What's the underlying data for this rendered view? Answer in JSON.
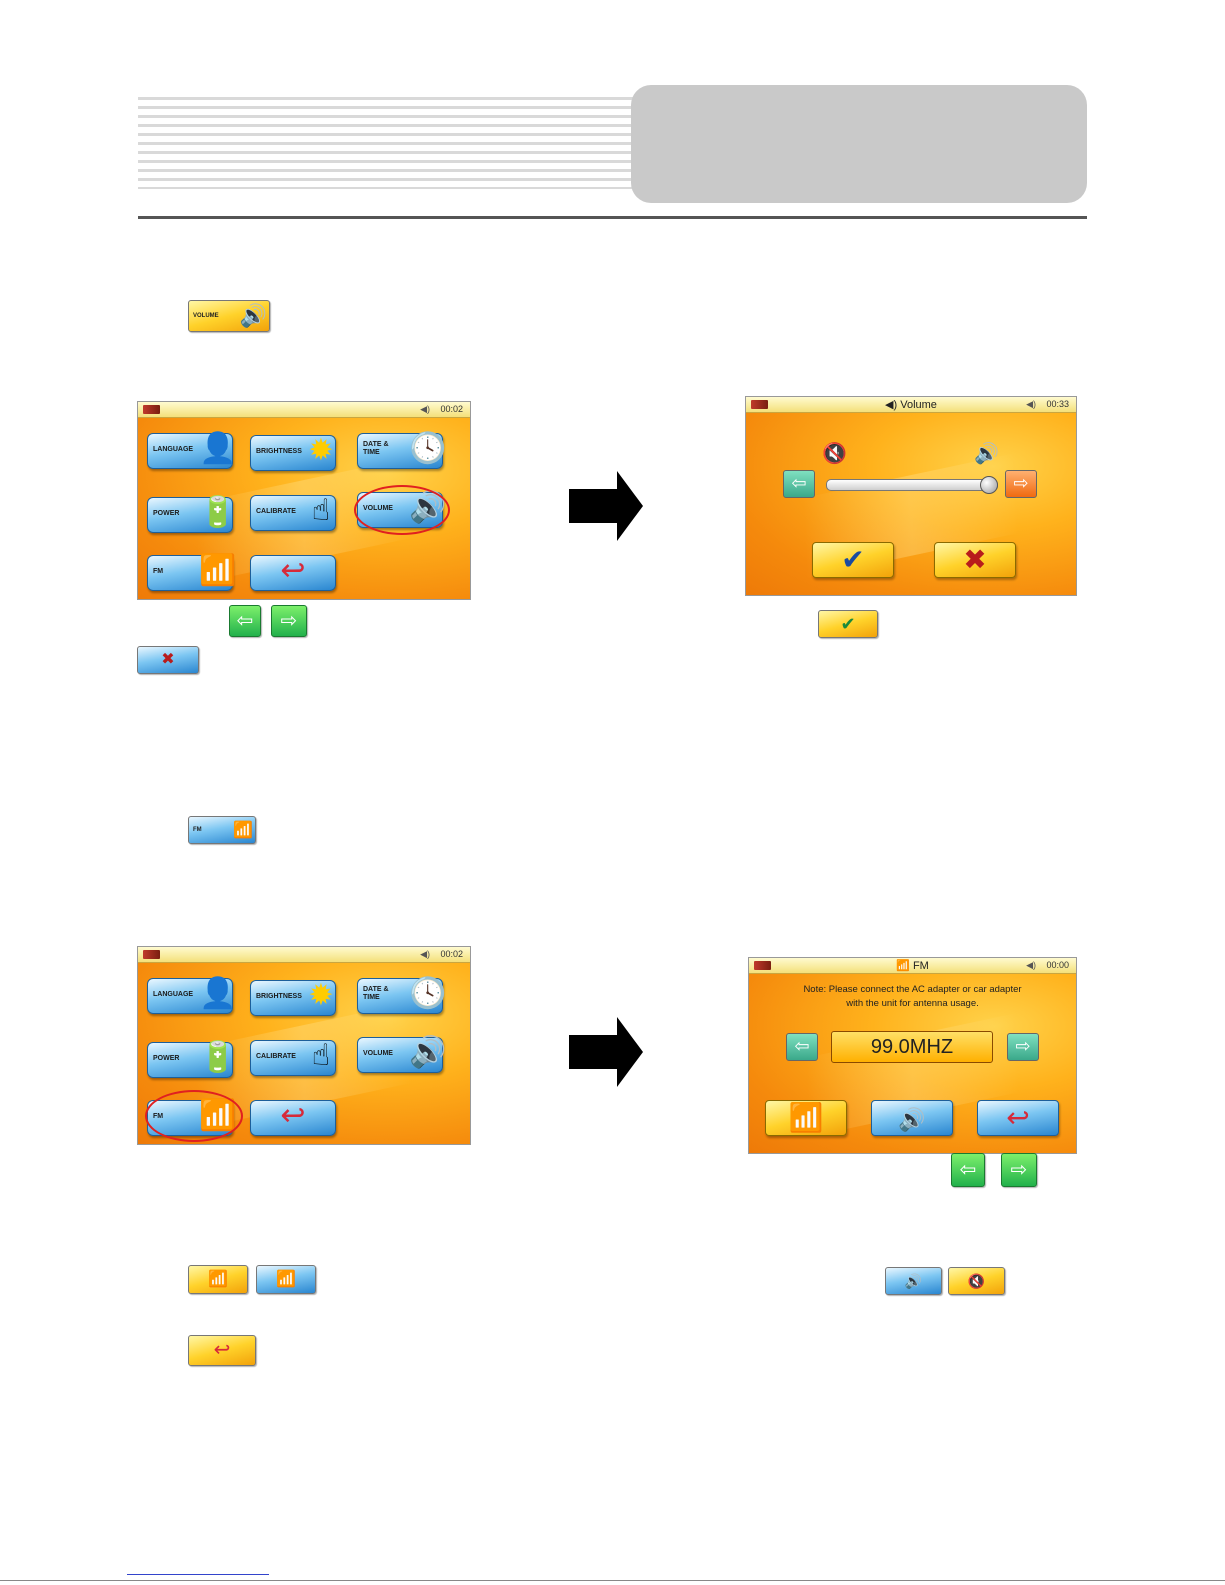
{
  "volume_section": {
    "settings_menu": {
      "clock": "00:02",
      "buttons": {
        "language": "LANGUAGE",
        "brightness": "BRIGHTNESS",
        "date_time": "DATE &\nTIME",
        "power": "POWER",
        "calibrate": "CALIBRATE",
        "volume": "VOLUME",
        "fm": "FM"
      }
    },
    "volume_screen": {
      "title": "Volume",
      "clock": "00:33",
      "level": 0.95
    },
    "inline_icon_label": "VOLUME"
  },
  "fm_section": {
    "settings_menu": {
      "clock": "00:02",
      "buttons": {
        "language": "LANGUAGE",
        "brightness": "BRIGHTNESS",
        "date_time": "DATE &\nTIME",
        "power": "POWER",
        "calibrate": "CALIBRATE",
        "volume": "VOLUME",
        "fm": "FM"
      }
    },
    "fm_screen": {
      "title": "FM",
      "clock": "00:00",
      "note_line1": "Note: Please connect the AC adapter or car adapter",
      "note_line2": "with the unit for antenna usage.",
      "frequency": "99.0MHZ"
    },
    "inline_icon_label": "FM"
  },
  "icons": {
    "left_arrow": "⇦",
    "right_arrow": "⇨",
    "check": "✔",
    "cross": "✖",
    "speaker": "🔊",
    "mute": "🔇",
    "antenna": "📶",
    "back": "↩"
  },
  "colors": {
    "screen_orange": "#f58a0c",
    "button_blue": "#2a86d0",
    "button_yellow": "#ffd22a",
    "highlight_ring": "#e02020",
    "arrow_green": "#22b14c"
  }
}
